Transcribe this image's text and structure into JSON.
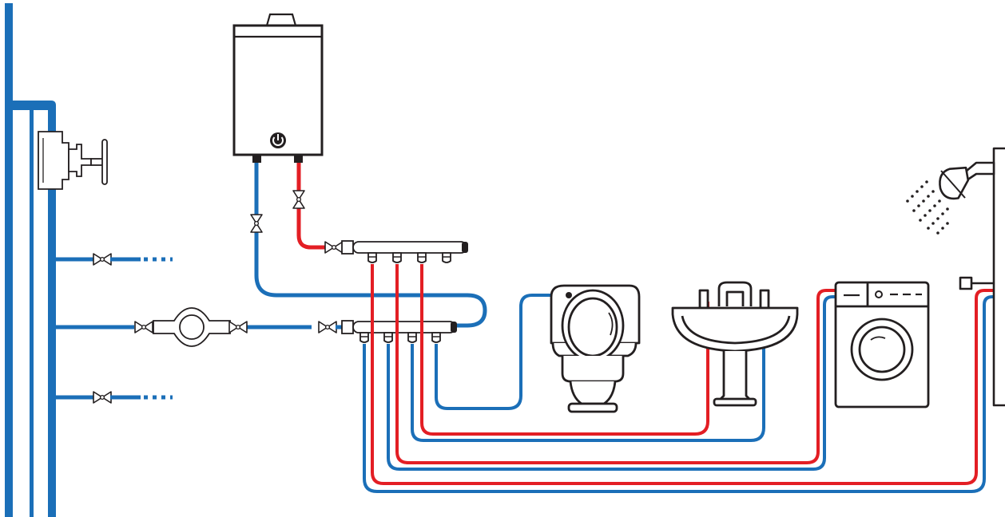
{
  "colors": {
    "cold": "#1b6fb8",
    "hot": "#e31e24",
    "outline": "#231f20",
    "background": "#ffffff"
  },
  "components": [
    {
      "id": "riser",
      "icon": "vertical-supply-riser"
    },
    {
      "id": "gate-valve",
      "icon": "gate-valve-icon"
    },
    {
      "id": "branch-top",
      "icon": "valve-icon",
      "continues": true
    },
    {
      "id": "branch-middle",
      "icon": "valve-icon"
    },
    {
      "id": "water-meter",
      "icon": "water-meter-icon"
    },
    {
      "id": "branch-bottom",
      "icon": "valve-icon",
      "continues": true
    },
    {
      "id": "water-heater",
      "icon": "boiler-icon",
      "power_symbol": "⏻"
    },
    {
      "id": "hot-manifold",
      "icon": "manifold-icon",
      "outlets": 4
    },
    {
      "id": "cold-manifold",
      "icon": "manifold-icon",
      "outlets": 4
    },
    {
      "id": "toilet",
      "icon": "toilet-icon",
      "supply": [
        "cold"
      ]
    },
    {
      "id": "sink",
      "icon": "sink-icon",
      "supply": [
        "hot",
        "cold"
      ]
    },
    {
      "id": "washing-machine",
      "icon": "washing-machine-icon",
      "supply": [
        "hot",
        "cold"
      ]
    },
    {
      "id": "shower",
      "icon": "shower-icon",
      "supply": [
        "hot",
        "cold"
      ]
    }
  ]
}
